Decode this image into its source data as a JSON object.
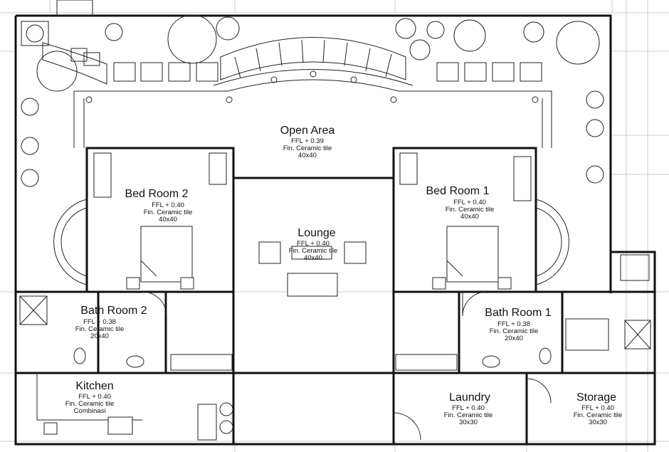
{
  "rooms": {
    "open_area": {
      "name": "Open Area",
      "ffl": "FFL + 0.39",
      "finish": "Fin. Ceramic tile",
      "size": "40x40"
    },
    "bed_room_2": {
      "name": "Bed Room 2",
      "ffl": "FFL + 0.40",
      "finish": "Fin. Ceramic tile",
      "size": "40x40"
    },
    "bed_room_1": {
      "name": "Bed Room 1",
      "ffl": "FFL + 0.40",
      "finish": "Fin. Ceramic tile",
      "size": "40x40"
    },
    "lounge": {
      "name": "Lounge",
      "ffl": "FFL + 0.40",
      "finish": "Fin. Ceramic tile",
      "size": "40x40"
    },
    "bath_room_2": {
      "name": "Bath Room 2",
      "ffl": "FFL + 0.38",
      "finish": "Fin. Ceramic tile",
      "size": "20x40"
    },
    "bath_room_1": {
      "name": "Bath Room 1",
      "ffl": "FFL + 0.38",
      "finish": "Fin. Ceramic tile",
      "size": "20x40"
    },
    "kitchen": {
      "name": "Kitchen",
      "ffl": "FFL + 0.40",
      "finish": "Fin. Ceramic tile",
      "size": "Combinasi"
    },
    "laundry": {
      "name": "Laundry",
      "ffl": "FFL + 0.40",
      "finish": "Fin. Ceramic tile",
      "size": "30x30"
    },
    "storage": {
      "name": "Storage",
      "ffl": "FFL + 0.40",
      "finish": "Fin. Ceramic tile",
      "size": "30x30"
    }
  }
}
